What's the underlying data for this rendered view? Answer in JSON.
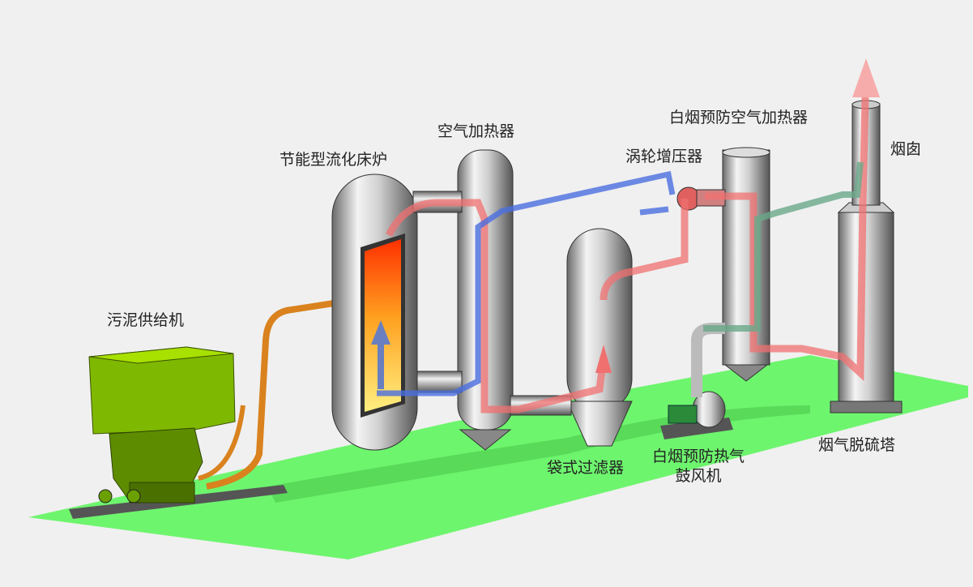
{
  "labels": {
    "sludge_feeder": "污泥供给机",
    "furnace": "节能型流化床炉",
    "air_heater": "空气加热器",
    "turbocharger": "涡轮增压器",
    "white_smoke_air_heater": "白烟预防空气加热器",
    "chimney": "烟囱",
    "bag_filter": "袋式过滤器",
    "blower_line1": "白烟预防热气",
    "blower_line2": "鼓风机",
    "desulfurization_tower": "烟气脱硫塔"
  },
  "colors": {
    "floor": "#6ef56e",
    "hot_flue_gas": "#f07070",
    "cold_air": "#4a6ee0",
    "white_smoke_air": "#6aa98a",
    "feeder": "#7fb800",
    "sludge_pipe": "#d9821e"
  }
}
